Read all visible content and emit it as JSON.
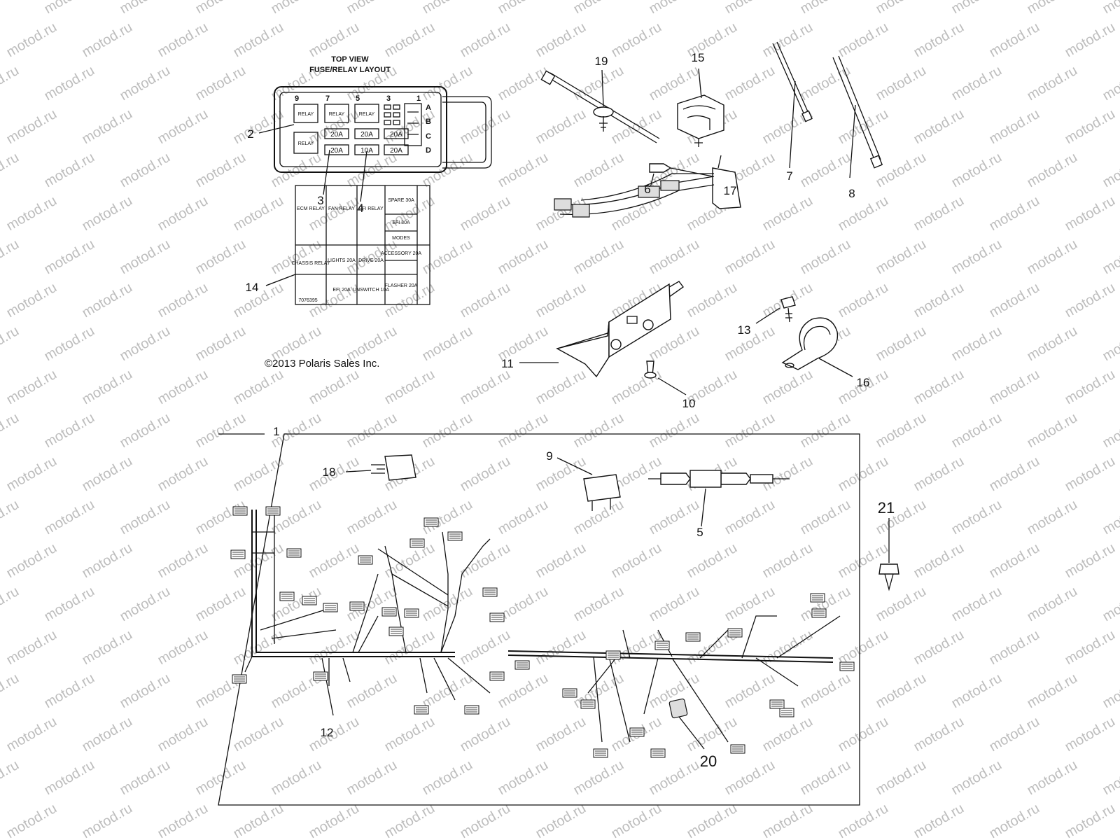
{
  "watermark": {
    "text": "motod.ru",
    "color": "#bdbdbd"
  },
  "fuse_box": {
    "title_line1": "TOP VIEW",
    "title_line2": "FUSE/RELAY LAYOUT",
    "column_numbers": [
      "9",
      "7",
      "5",
      "3",
      "1"
    ],
    "row_letters": [
      "A",
      "B",
      "C",
      "D"
    ],
    "relay_label": "RELAY",
    "fuse_row_1": [
      "20A",
      "20A",
      "20A"
    ],
    "fuse_row_2": [
      "20A",
      "10A",
      "20A"
    ]
  },
  "fuse_label": {
    "cells": {
      "ecm_relay": "ECM RELAY",
      "fan_relay": "FAN RELAY",
      "efi_relay": "EFI RELAY",
      "spare": "SPARE 30A",
      "efi": "EFI 30A",
      "modes": "MODES",
      "chassis_relay": "CHASSIS RELAY",
      "lights": "LIGHTS 20A",
      "drive": "DRIVE 20A",
      "accessory": "ACCESSORY 20A",
      "efi_20a": "EFI 20A",
      "unswitch": "UNSWITCH 10A",
      "flasher": "FLASHER 20A",
      "part_number": "7076395"
    }
  },
  "copyright": "©2013 Polaris Sales Inc.",
  "callouts": {
    "c1": "1",
    "c2": "2",
    "c3": "3",
    "c4": "4",
    "c5": "5",
    "c6": "6",
    "c7": "7",
    "c8": "8",
    "c9": "9",
    "c10": "10",
    "c11": "11",
    "c12": "12",
    "c13": "13",
    "c14": "14",
    "c15": "15",
    "c16": "16",
    "c17": "17",
    "c18": "18",
    "c19": "19",
    "c20": "20",
    "c21": "21"
  }
}
